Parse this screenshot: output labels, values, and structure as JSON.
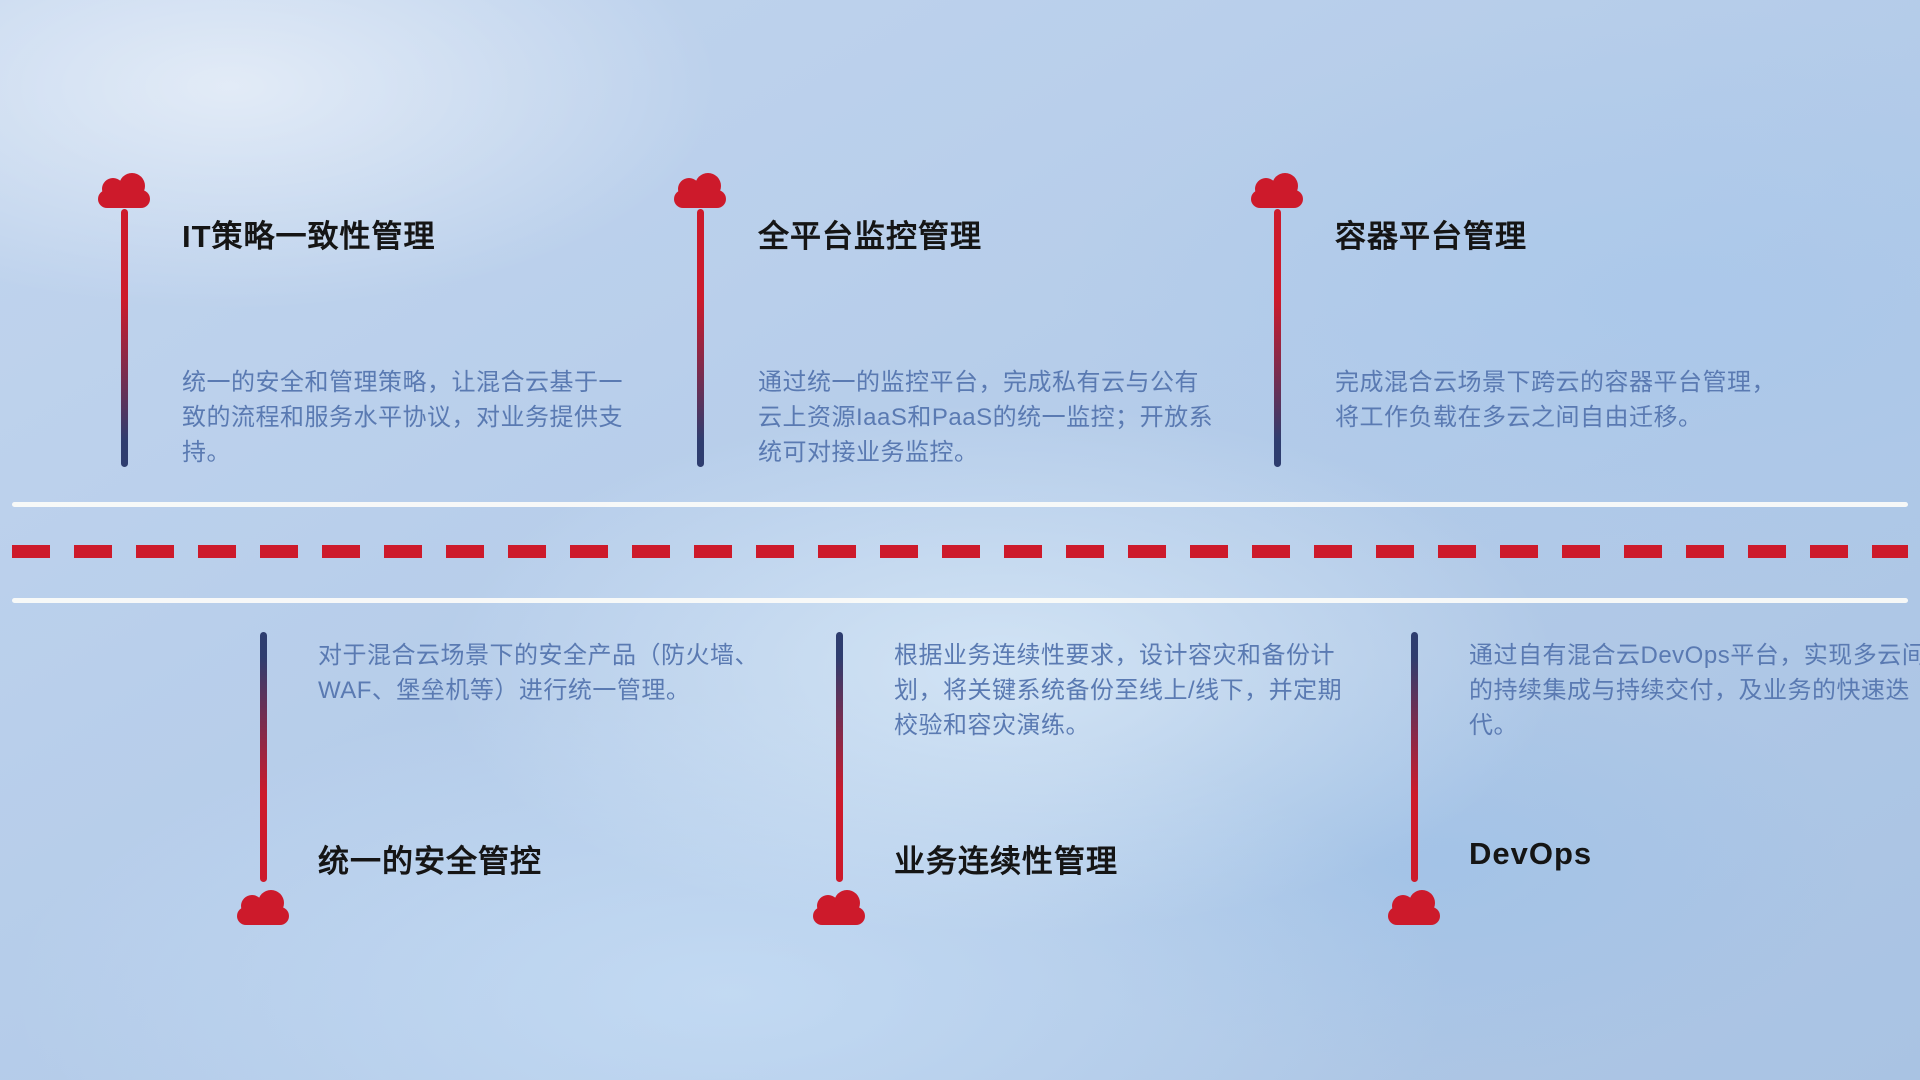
{
  "colors": {
    "red": "#cd1a2b",
    "navy": "#2e3d6f",
    "title_text": "#151515",
    "desc_text": "#5a7ab2"
  },
  "top_items": [
    {
      "title": "IT策略一致性管理",
      "desc": "统一的安全和管理策略，让混合云基于一致的流程和服务水平协议，对业务提供支持。"
    },
    {
      "title": "全平台监控管理",
      "desc": "通过统一的监控平台，完成私有云与公有云上资源IaaS和PaaS的统一监控；开放系统可对接业务监控。"
    },
    {
      "title": "容器平台管理",
      "desc": "完成混合云场景下跨云的容器平台管理，将工作负载在多云之间自由迁移。"
    }
  ],
  "bottom_items": [
    {
      "title": "统一的安全管控",
      "desc": "对于混合云场景下的安全产品（防火墙、WAF、堡垒机等）进行统一管理。"
    },
    {
      "title": "业务连续性管理",
      "desc": "根据业务连续性要求，设计容灾和备份计划，将关键系统备份至线上/线下，并定期校验和容灾演练。"
    },
    {
      "title": "DevOps",
      "desc": "通过自有混合云DevOps平台，实现多云间的持续集成与持续交付，及业务的快速迭代。"
    }
  ]
}
